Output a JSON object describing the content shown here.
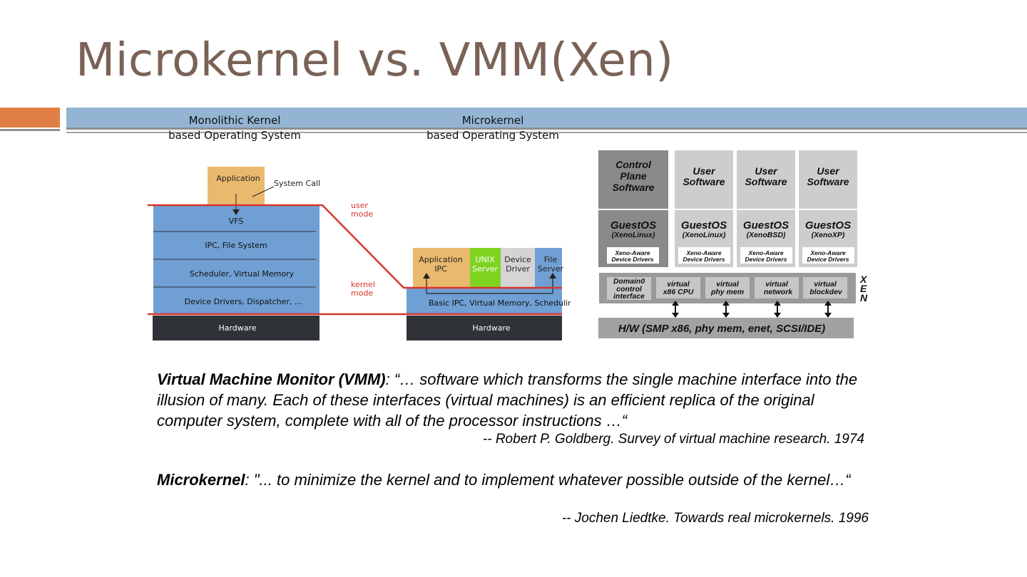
{
  "slide": {
    "title": "Microkernel vs. VMM(Xen)"
  },
  "kernel_diagram": {
    "monolithic_title_line1": "Monolithic Kernel",
    "monolithic_title_line2": "based Operating System",
    "micro_title_line1": "Microkernel",
    "micro_title_line2": "based Operating System",
    "application": "Application",
    "system_call": "System Call",
    "user_mode_line1": "user",
    "user_mode_line2": "mode",
    "kernel_mode_line1": "kernel",
    "kernel_mode_line2": "mode",
    "layers": [
      "VFS",
      "IPC, File System",
      "Scheduler, Virtual Memory",
      "Device Drivers, Dispatcher, ..."
    ],
    "hardware": "Hardware",
    "micro_servers": {
      "app_line1": "Application",
      "app_line2": "IPC",
      "unix_line1": "UNIX",
      "unix_line2": "Server",
      "dd_line1": "Device",
      "dd_line2": "Driver",
      "fs_line1": "File",
      "fs_line2": "Server"
    },
    "micro_base": "Basic IPC, Virtual Memory, Scheduling",
    "colors": {
      "layer_blue": "#6f9fd3",
      "app_orange": "#e9b96e",
      "unix_green": "#7ed321",
      "hardware": "#2f3337",
      "mode_line": "#d9342b"
    }
  },
  "xen_diagram": {
    "top_boxes": [
      {
        "line1": "Control",
        "line2": "Plane",
        "line3": "Software"
      },
      {
        "line1": "User",
        "line2": "Software"
      },
      {
        "line1": "User",
        "line2": "Software"
      },
      {
        "line1": "User",
        "line2": "Software"
      }
    ],
    "guests": [
      {
        "name": "GuestOS",
        "sub": "(XenoLinux)"
      },
      {
        "name": "GuestOS",
        "sub": "(XenoLinux)"
      },
      {
        "name": "GuestOS",
        "sub": "(XenoBSD)"
      },
      {
        "name": "GuestOS",
        "sub": "(XenoXP)"
      }
    ],
    "driver_line1": "Xeno-Aware",
    "driver_line2": "Device Drivers",
    "xen_items": [
      {
        "line1": "Domain0",
        "line2": "control",
        "line3": "interface"
      },
      {
        "line1": "virtual",
        "line2": "x86 CPU"
      },
      {
        "line1": "virtual",
        "line2": "phy mem"
      },
      {
        "line1": "virtual",
        "line2": "network"
      },
      {
        "line1": "virtual",
        "line2": "blockdev"
      }
    ],
    "xen_label": [
      "X",
      "E",
      "N"
    ],
    "hardware": "H/W (SMP x86, phy mem, enet, SCSI/IDE)"
  },
  "quotes": {
    "vmm_term": "Virtual Machine Monitor (VMM)",
    "vmm_text": ": “… software which transforms the single machine interface into the illusion of many. Each of these interfaces (virtual machines) is an efficient replica of the original computer system, complete with all of the processor instructions …“",
    "vmm_citation": "-- Robert P. Goldberg. Survey of virtual machine research. 1974",
    "micro_term": "Microkernel",
    "micro_text": ": \"... to minimize the kernel and to implement whatever possible outside of the kernel…“",
    "micro_citation": "-- Jochen Liedtke. Towards real microkernels. 1996"
  }
}
